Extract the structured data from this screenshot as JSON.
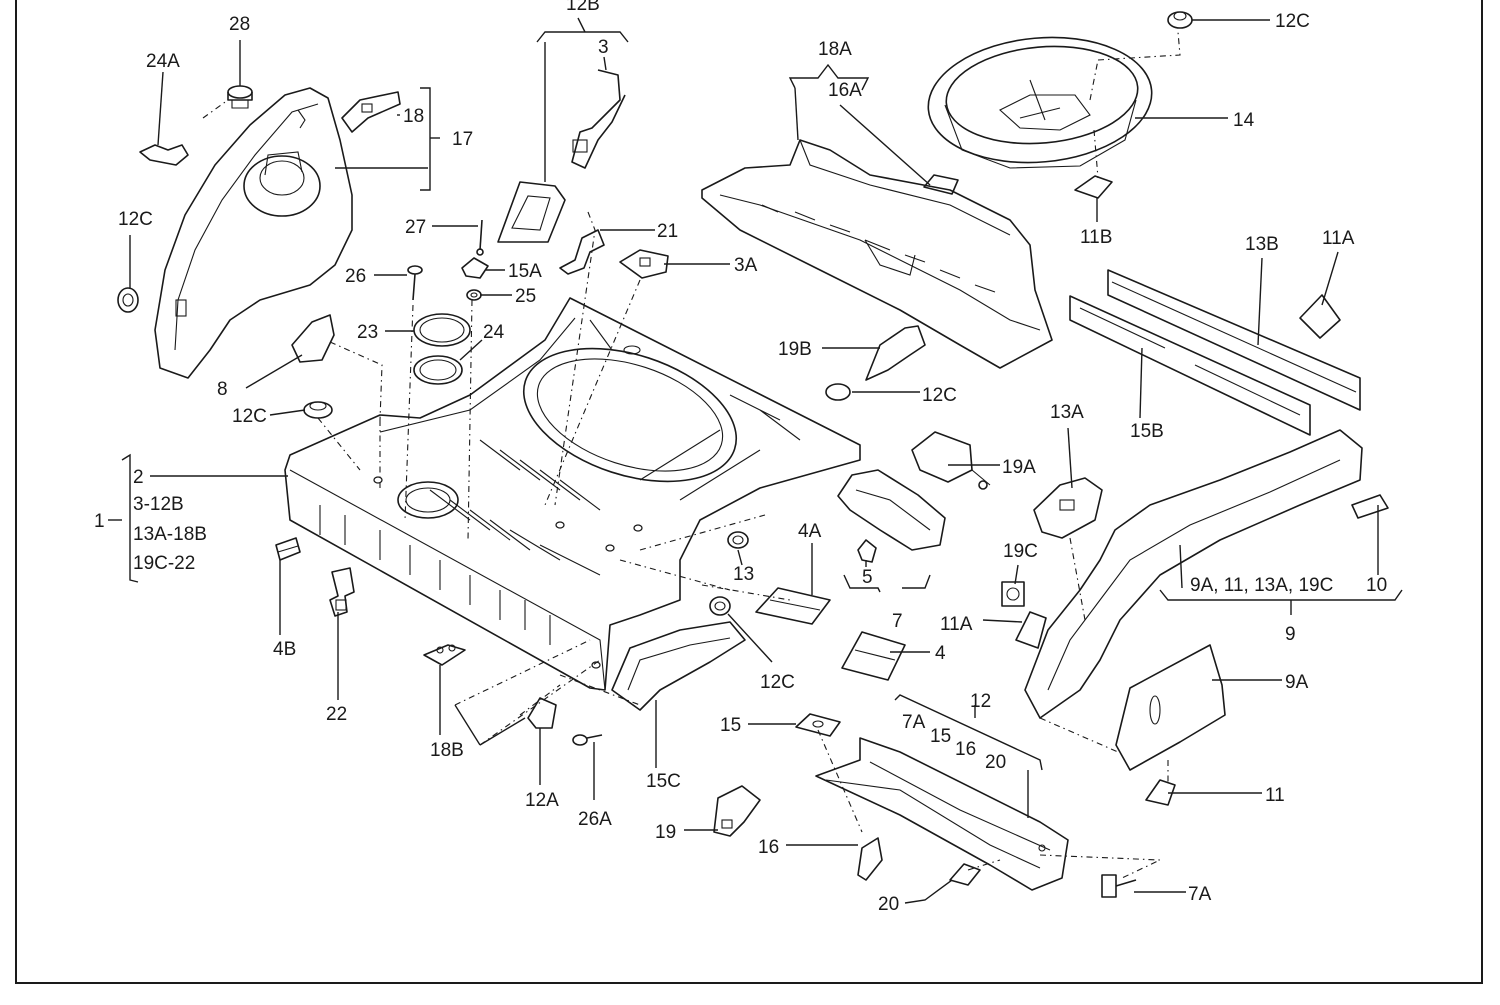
{
  "labels": {
    "l28": "28",
    "l24A": "24A",
    "l18": "18",
    "l17": "17",
    "l12B": "12B",
    "l3": "3",
    "l18A": "18A",
    "l16A": "16A",
    "l12C_top": "12C",
    "l14": "14",
    "l12C_left": "12C",
    "l27": "27",
    "l21": "21",
    "l26": "26",
    "l15A": "15A",
    "l3A": "3A",
    "l25": "25",
    "l11B": "11B",
    "l13B": "13B",
    "l11A_top": "11A",
    "l23": "23",
    "l24": "24",
    "l19B": "19B",
    "l8": "8",
    "l12C_mid": "12C",
    "l12C_under19B": "12C",
    "l15B": "15B",
    "l13A": "13A",
    "l2": "2",
    "l3_12B": "3-12B",
    "l1": "1",
    "l13A_18B": "13A-18B",
    "l19C_22": "19C-22",
    "l19A": "19A",
    "l19C": "19C",
    "l4A": "4A",
    "l13": "13",
    "l5": "5",
    "l9A_list": "9A, 11, 13A, 19C",
    "l10": "10",
    "l4B": "4B",
    "l9": "9",
    "l11A_mid": "11A",
    "l7": "7",
    "l4": "4",
    "l22": "22",
    "l12C_bottom": "12C",
    "l9A": "9A",
    "l12": "12",
    "l18B": "18B",
    "l7A_list": "7A",
    "l15_list": "15",
    "l16_list": "16",
    "l20_list": "20",
    "l15": "15",
    "l12A": "12A",
    "l15C": "15C",
    "l26A": "26A",
    "l11": "11",
    "l19": "19",
    "l16": "16",
    "l20": "20",
    "l7A": "7A"
  },
  "colors": {
    "line": "#1a1a1a",
    "background": "#ffffff"
  }
}
